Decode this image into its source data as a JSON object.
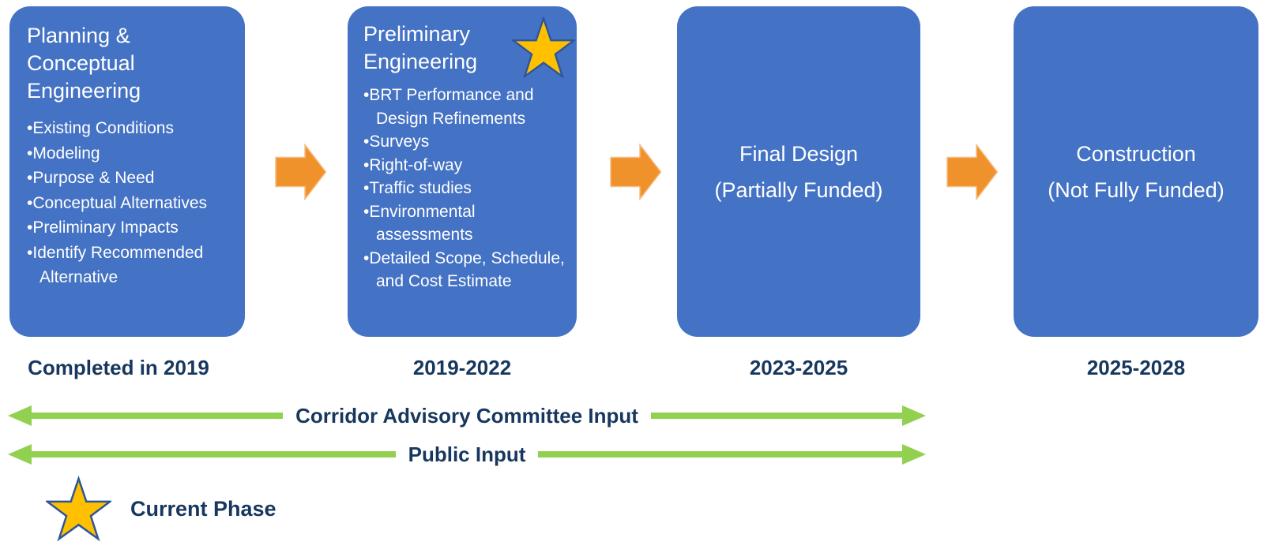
{
  "phases": [
    {
      "title": "Planning & Conceptual Engineering",
      "bullets": [
        "Existing Conditions",
        "Modeling",
        "Purpose & Need",
        "Conceptual Alternatives",
        "Preliminary Impacts",
        "Identify Recommended Alternative"
      ],
      "timeframe": "Completed in 2019",
      "current": false
    },
    {
      "title": "Preliminary Engineering",
      "bullets": [
        "BRT Performance and Design Refinements",
        "Surveys",
        "Right-of-way",
        "Traffic studies",
        "Environmental assessments",
        "Detailed Scope, Schedule, and Cost Estimate"
      ],
      "timeframe": "2019-2022",
      "current": true
    },
    {
      "title": "Final Design",
      "subtitle": "(Partially Funded)",
      "timeframe": "2023-2025",
      "current": false
    },
    {
      "title": "Construction",
      "subtitle": "(Not Fully Funded)",
      "timeframe": "2025-2028",
      "current": false
    }
  ],
  "input_rows": [
    {
      "label": "Corridor Advisory Committee Input"
    },
    {
      "label": "Public Input"
    }
  ],
  "legend": {
    "label": "Current Phase"
  },
  "icons": {
    "current_phase": "star-icon",
    "phase_connector": "arrow-right-icon",
    "input_span": "double-arrow-icon"
  },
  "colors": {
    "box_blue": "#4472C4",
    "arrow_orange": "#F0922B",
    "input_green": "#92D050",
    "text_navy": "#17375E",
    "star_gold": "#FFC000",
    "star_outline": "#2F5597"
  }
}
